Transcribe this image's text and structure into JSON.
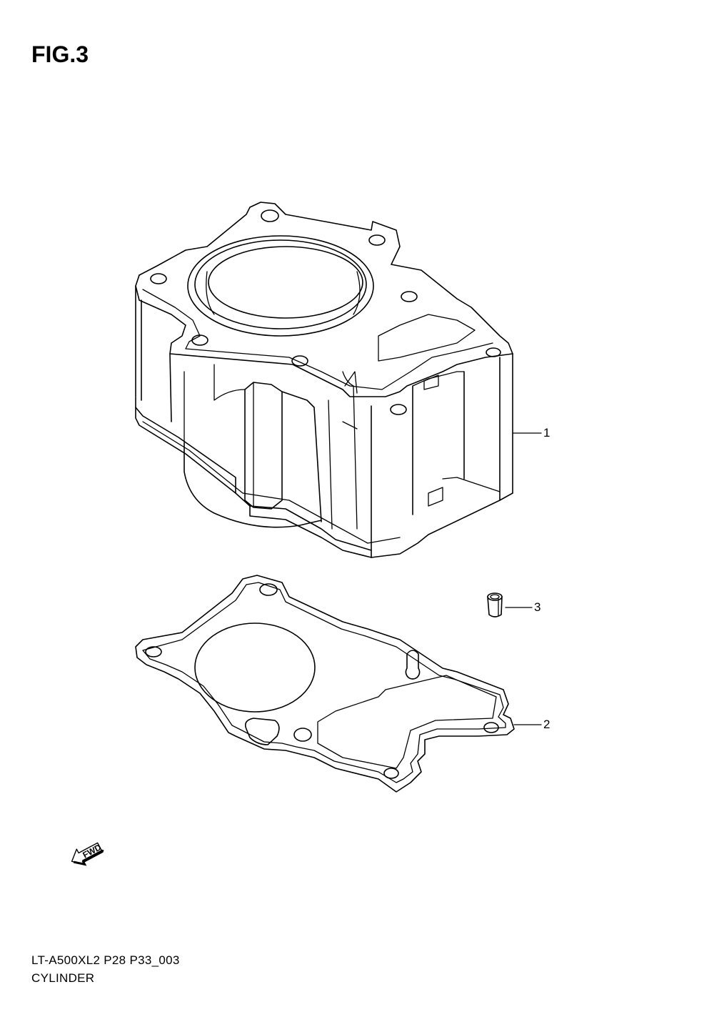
{
  "figure": {
    "title": "FIG.3"
  },
  "callouts": [
    {
      "ref": "1"
    },
    {
      "ref": "2"
    },
    {
      "ref": "3"
    }
  ],
  "fwd_indicator": {
    "label": "FWD",
    "icon": "fwd-arrow-icon"
  },
  "footer": {
    "model_code": "LT-A500XL2 P28 P33_003",
    "section_name": "CYLINDER"
  }
}
